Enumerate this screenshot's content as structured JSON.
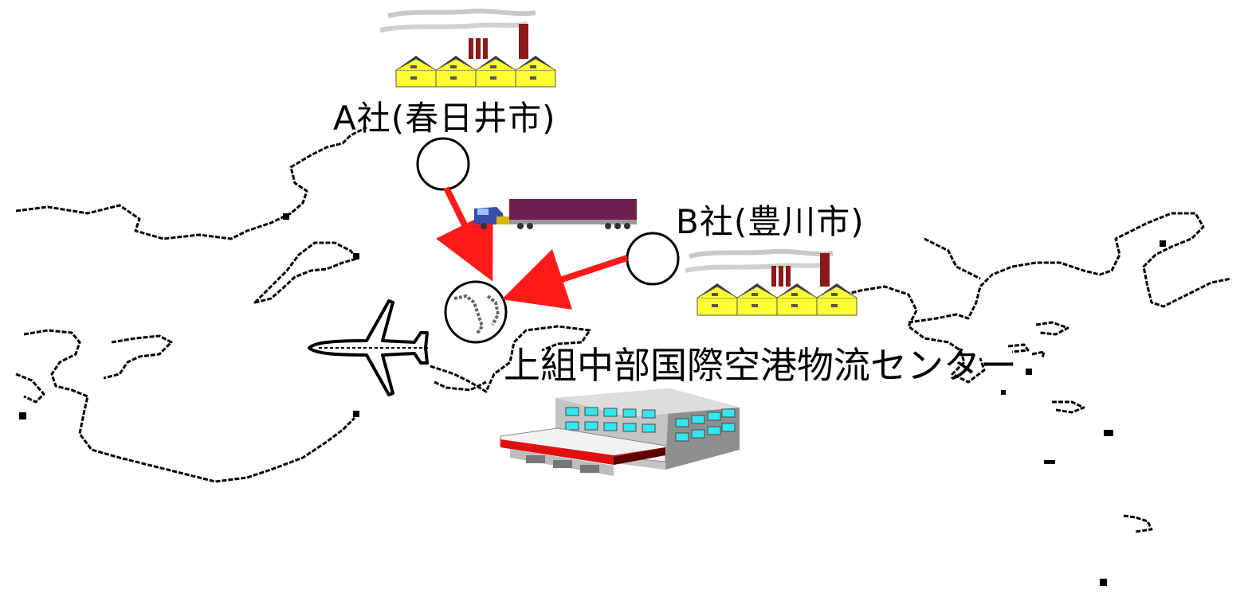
{
  "diagram": {
    "nodes": {
      "company_a": {
        "label": "A社(春日井市)",
        "icon": "factory-icon"
      },
      "company_b": {
        "label": "B社(豊川市)",
        "icon": "factory-icon"
      },
      "center": {
        "label": "上組中部国際空港物流センター",
        "icon": "warehouse-icon"
      }
    },
    "flows": [
      {
        "from": "company_a",
        "to": "center",
        "via": "truck-icon"
      },
      {
        "from": "company_b",
        "to": "center"
      }
    ],
    "decorations": [
      "airplane-icon",
      "globe-icon",
      "coastline-map"
    ]
  },
  "colors": {
    "arrow": "#ff1a1a",
    "factory_wall": "#ffff33",
    "chimney": "#8b1a1a",
    "truck_trailer": "#6e1f4e",
    "truck_cab": "#3a4ea8",
    "warehouse_window": "#33e6f0",
    "warehouse_stripe": "#e01010",
    "coastline": "#000000"
  }
}
